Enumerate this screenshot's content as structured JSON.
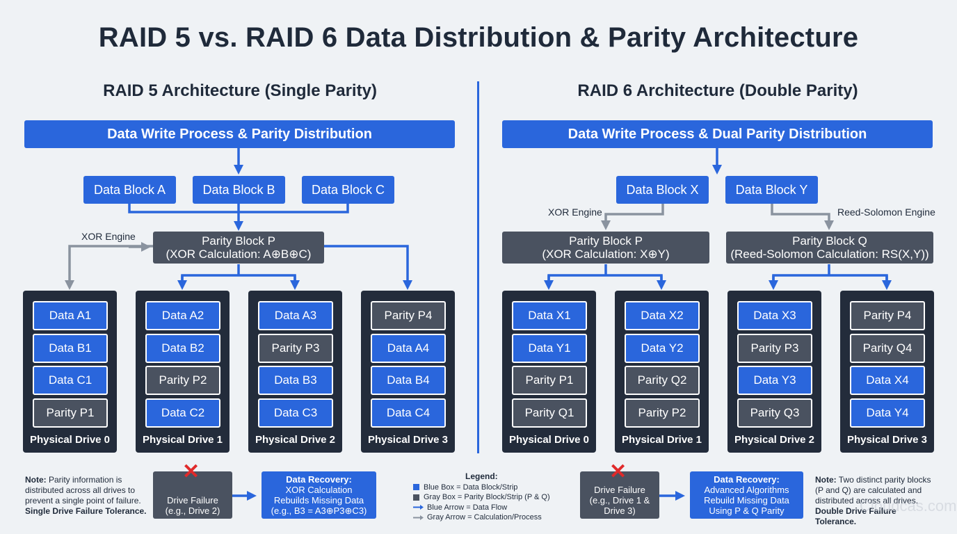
{
  "title": "RAID 5 vs. RAID 6 Data Distribution & Parity Architecture",
  "raid5": {
    "subtitle": "RAID 5 Architecture (Single Parity)",
    "banner": "Data Write Process & Parity Distribution",
    "blocks": [
      "Data Block A",
      "Data Block B",
      "Data Block C"
    ],
    "engine": "XOR Engine",
    "parity_title": "Parity Block P",
    "parity_calc": "(XOR Calculation: A⊕B⊕C)",
    "drives": [
      {
        "label": "Physical Drive 0",
        "strips": [
          "Data A1",
          "Data B1",
          "Data C1",
          "Parity P1"
        ]
      },
      {
        "label": "Physical Drive 1",
        "strips": [
          "Data A2",
          "Data B2",
          "Parity P2",
          "Data C2"
        ]
      },
      {
        "label": "Physical Drive 2",
        "strips": [
          "Data A3",
          "Parity P3",
          "Data B3",
          "Data C3"
        ]
      },
      {
        "label": "Physical Drive 3",
        "strips": [
          "Parity P4",
          "Data A4",
          "Data B4",
          "Data C4"
        ]
      }
    ],
    "note_label": "Note:",
    "note_text": " Parity information is distributed across all drives to prevent a single point of failure.",
    "note_bold": "Single Drive Failure Tolerance.",
    "failure_lines": [
      "Drive Failure",
      "(e.g., Drive 2)"
    ],
    "recovery_title": "Data Recovery:",
    "recovery_lines": [
      "XOR Calculation",
      "Rebuilds Missing Data",
      "(e.g., B3 = A3⊕P3⊕C3)"
    ]
  },
  "raid6": {
    "subtitle": "RAID 6 Architecture (Double Parity)",
    "banner": "Data Write Process & Dual Parity Distribution",
    "blocks": [
      "Data Block X",
      "Data Block Y"
    ],
    "engine_p": "XOR Engine",
    "engine_q": "Reed-Solomon Engine",
    "parity_p_title": "Parity Block P",
    "parity_p_calc": "(XOR Calculation: X⊕Y)",
    "parity_q_title": "Parity Block Q",
    "parity_q_calc": "(Reed-Solomon Calculation: RS(X,Y))",
    "drives": [
      {
        "label": "Physical Drive 0",
        "strips": [
          "Data X1",
          "Data Y1",
          "Parity P1",
          "Parity Q1"
        ]
      },
      {
        "label": "Physical Drive 1",
        "strips": [
          "Data X2",
          "Data Y2",
          "Parity Q2",
          "Parity P2"
        ]
      },
      {
        "label": "Physical Drive 2",
        "strips": [
          "Data X3",
          "Parity P3",
          "Data Y3",
          "Parity Q3"
        ]
      },
      {
        "label": "Physical Drive 3",
        "strips": [
          "Parity P4",
          "Parity Q4",
          "Data X4",
          "Data Y4"
        ]
      }
    ],
    "failure_lines": [
      "Drive Failure",
      "(e.g., Drive 1 &",
      "Drive 3)"
    ],
    "recovery_title": "Data Recovery:",
    "recovery_lines": [
      "Advanced Algorithms",
      "Rebuild Missing Data",
      "Using P & Q Parity"
    ],
    "note_label": "Note:",
    "note_text": " Two distinct parity blocks (P and Q) are calculated and distributed across all drives.",
    "note_bold": "Double Drive Failure Tolerance."
  },
  "legend": {
    "title": "Legend:",
    "items": [
      "Blue Box = Data Block/Strip",
      "Gray Box = Parity Block/Strip (P & Q)",
      "Blue Arrow = Data Flow",
      "Gray Arrow = Calculation/Process"
    ]
  },
  "watermark": "Cloudcas.com",
  "colors": {
    "blue": "#2a66dc",
    "gray": "#4a5260",
    "drive": "#232c3b",
    "failure_x": "#e02a2a"
  },
  "icons": {
    "failure": "cross-mark-icon"
  }
}
